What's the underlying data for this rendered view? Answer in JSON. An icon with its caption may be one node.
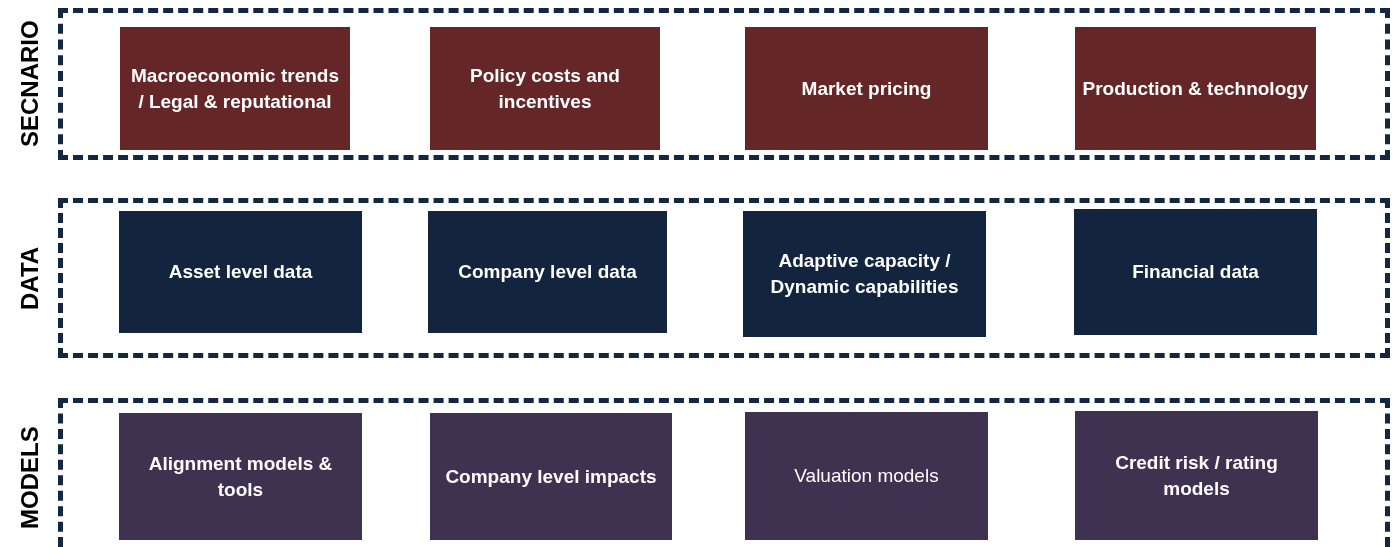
{
  "diagram": {
    "nodes": [
      {
        "text": [
          "SECNARIO"
        ]
      },
      {
        "text": [
          "Macroeconomic trends / Legal & reputational"
        ],
        "in": 0
      },
      {
        "text": [
          "Policy costs and incentives"
        ],
        "in": 0
      },
      {
        "text": [
          "Market pricing"
        ],
        "in": 0
      },
      {
        "text": [
          "Production & technology"
        ],
        "in": 0
      },
      {
        "text": [
          "DATA"
        ]
      },
      {
        "text": [
          "Asset level data"
        ],
        "in": 5
      },
      {
        "text": [
          "Company level data"
        ],
        "in": 5
      },
      {
        "text": [
          "Adaptive capacity / Dynamic capabilities"
        ],
        "in": 5
      },
      {
        "text": [
          "Financial data"
        ],
        "in": 5
      },
      {
        "text": [
          "MODELS"
        ]
      },
      {
        "text": [
          "Alignment models & tools"
        ],
        "in": 10
      },
      {
        "text": [
          "Company level impacts"
        ],
        "in": 10
      },
      {
        "text": [
          "Valuation models"
        ],
        "in": 10
      },
      {
        "text": [
          "Credit risk / rating models"
        ],
        "in": 10
      }
    ]
  }
}
